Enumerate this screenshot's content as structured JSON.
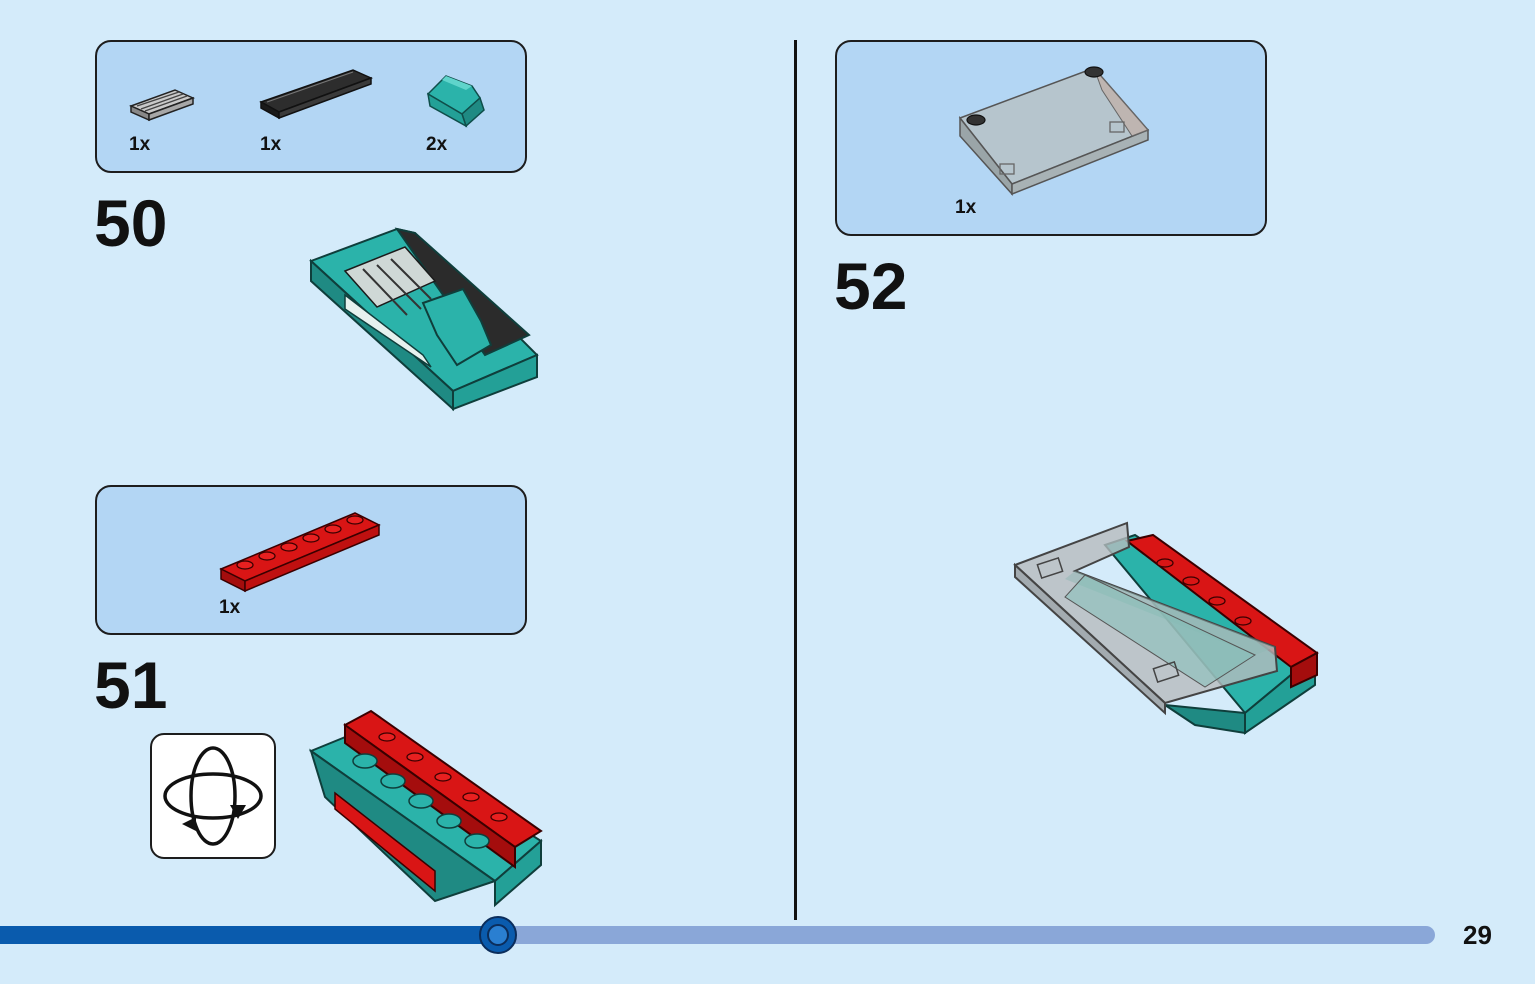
{
  "steps": [
    {
      "number": "50",
      "parts": [
        {
          "qty": "1x",
          "icon": "grille-tile-icon"
        },
        {
          "qty": "1x",
          "icon": "black-tile-icon"
        },
        {
          "qty": "2x",
          "icon": "teal-slope-icon"
        }
      ]
    },
    {
      "number": "51",
      "parts": [
        {
          "qty": "1x",
          "icon": "red-plate-icon"
        }
      ]
    },
    {
      "number": "52",
      "parts": [
        {
          "qty": "1x",
          "icon": "transparent-windscreen-icon"
        }
      ]
    }
  ],
  "rotate_icon": "rotate-model-icon",
  "page_number": "29",
  "progress": {
    "fraction": 0.347
  },
  "colors": {
    "background": "#d4ebfa",
    "parts_box": "#b3d6f4",
    "teal": "#2bb3aa",
    "red": "#d91515",
    "progress_fill": "#0a5bad",
    "progress_track": "#8aa7d8"
  }
}
